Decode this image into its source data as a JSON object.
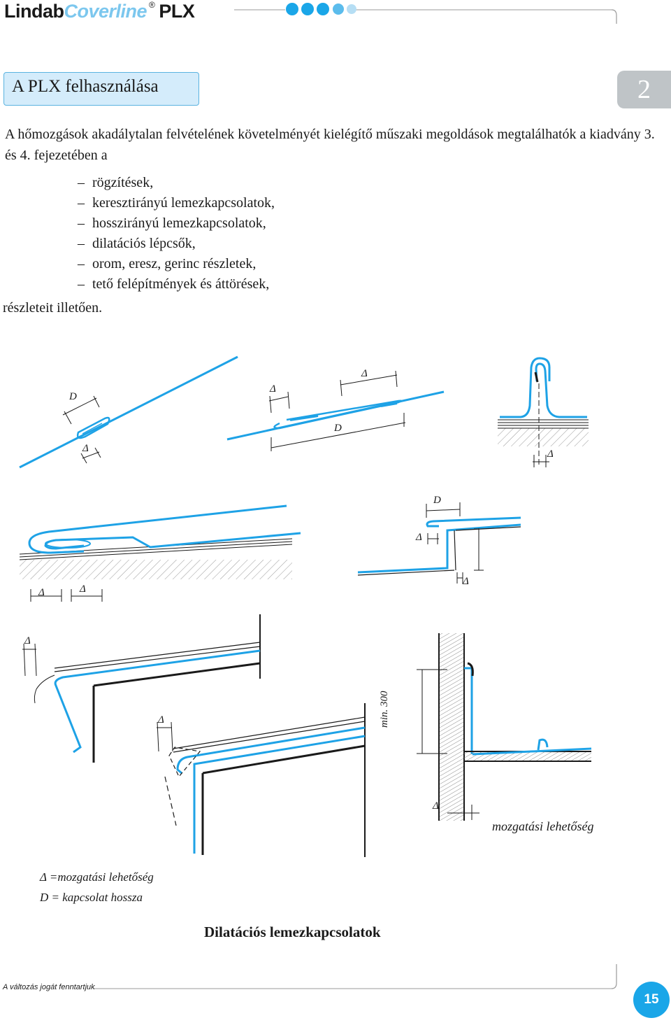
{
  "header": {
    "brand_part1": "Lindab",
    "brand_part2": "Coverline",
    "registered_mark": "®",
    "brand_part3": "PLX"
  },
  "section": {
    "title": "A PLX felhasználása",
    "chapter_number": "2"
  },
  "body": {
    "intro": "A hőmozgások akadálytalan felvételének követelményét kielégítő műszaki megoldások megtalálhatók a kiadvány 3. és 4. fejezetében a",
    "items": [
      "rögzítések,",
      "keresztirányú lemezkapcsolatok,",
      "hosszirányú lemezkapcsolatok,",
      "dilatációs lépcsők,",
      "orom, eresz, gerinc részletek,",
      "tető felépítmények és áttörések,"
    ],
    "outro": "részleteit illetően."
  },
  "figure": {
    "labels": {
      "delta": "Δ",
      "d": "D",
      "min_300": "min. 300",
      "movement": "mozgatási lehetőség"
    },
    "legend": [
      "Δ =mozgatási lehetőség",
      "D = kapcsolat hossza"
    ],
    "caption": "Dilatációs lemezkapcsolatok",
    "colors": {
      "sheet": "#1ea2e6",
      "line": "#1a1a1a",
      "hatch": "#9a9a9a"
    }
  },
  "footer": {
    "rights": "A változás jogát fenntartjuk",
    "page_number": "15",
    "accent": "#1aa6e8"
  }
}
